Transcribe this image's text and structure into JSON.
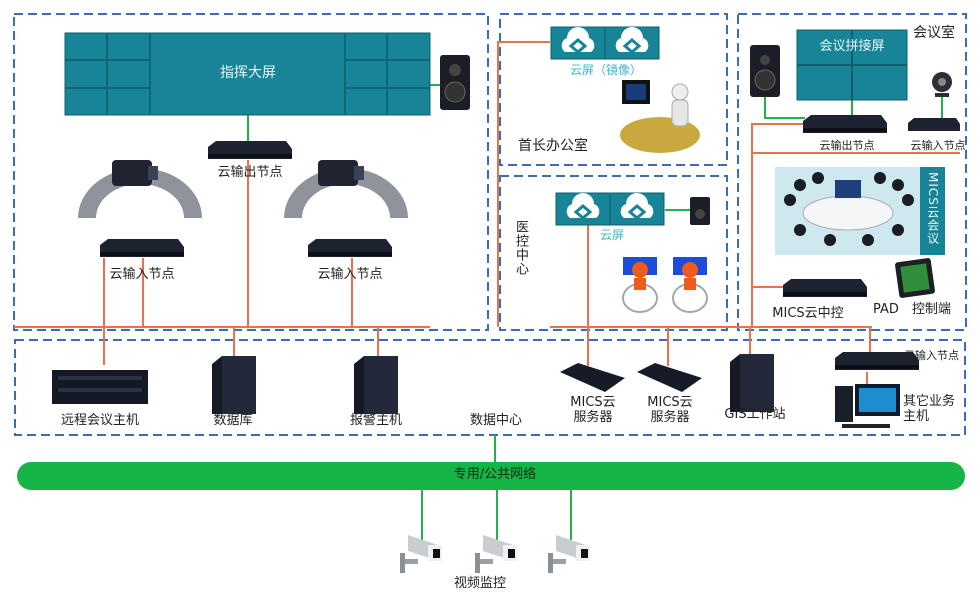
{
  "colors": {
    "dashed_border": "#3c6db4",
    "link_orange": "#e8734a",
    "link_green": "#22b14c",
    "screen_teal": "#178597",
    "network_bus": "#14b446"
  },
  "command_center": {
    "video_wall": "指挥大屏",
    "output_node": "云输出节点",
    "input_node_left": "云输入节点",
    "input_node_right": "云输入节点"
  },
  "office": {
    "cloud_screen": "云屏（镜像）",
    "title": "首长办公室"
  },
  "monitoring": {
    "cloud_screen": "云屏",
    "title": "医控中心"
  },
  "meeting_room": {
    "title": "会议室",
    "video_wall": "会议拼接屏",
    "output_node": "云输出节点",
    "input_node": "云输入节点",
    "conference_label": "MICS云会议",
    "central_control": "MICS云中控",
    "pad": "PAD",
    "control_end": "控制端"
  },
  "data_center": {
    "title": "数据中心",
    "items": [
      "远程会议主机",
      "数据库",
      "报警主机"
    ],
    "mics_server_1": [
      "MICS云",
      "服务器"
    ],
    "mics_server_2": [
      "MICS云",
      "服务器"
    ],
    "gis": "GIS工作站",
    "input_node": "云输入节点",
    "other_host": [
      "其它业务",
      "主机"
    ]
  },
  "network": {
    "label": "专用/公共网络"
  },
  "surveillance": {
    "label": "视频监控"
  }
}
